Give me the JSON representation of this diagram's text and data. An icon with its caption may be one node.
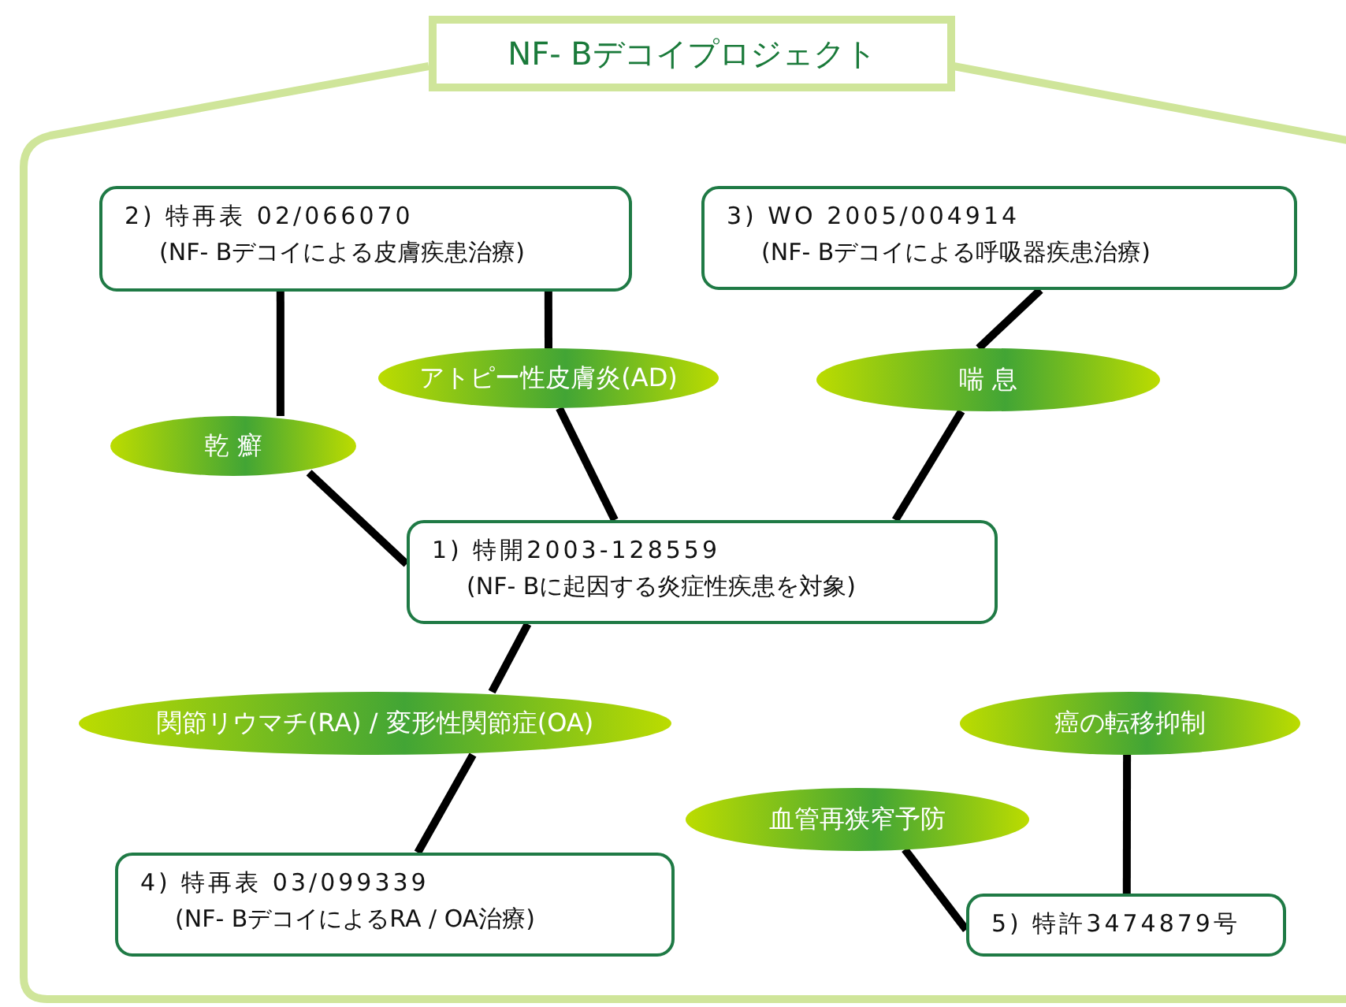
{
  "diagram": {
    "nodes": [
      {
        "text": [
          "NF- Bデコイプロジェクト"
        ]
      },
      {
        "text": [
          "2) 特再表 02/066070",
          "(NF- Bデコイによる皮膚疾患治療)"
        ]
      },
      {
        "text": [
          "3) WO 2005/004914",
          "(NF- Bデコイによる呼吸器疾患治療)"
        ]
      },
      {
        "text": [
          "乾 癬"
        ]
      },
      {
        "text": [
          "アトピー性皮膚炎(AD)"
        ]
      },
      {
        "text": [
          "喘 息"
        ]
      },
      {
        "text": [
          "1) 特開2003-128559",
          "(NF- Bに起因する炎症性疾患を対象)"
        ]
      },
      {
        "text": [
          "関節リウマチ(RA) / 変形性関節症(OA)"
        ]
      },
      {
        "text": [
          "癌の転移抑制"
        ]
      },
      {
        "text": [
          "血管再狭窄予防"
        ]
      },
      {
        "text": [
          "4) 特再表 03/099339",
          "(NF- BデコイによるRA / OA治療)"
        ]
      },
      {
        "text": [
          "5) 特許3474879号"
        ]
      }
    ],
    "edges": [
      {
        "from": 1,
        "to": 3,
        "arrow": "none"
      },
      {
        "from": 3,
        "to": 6,
        "arrow": "none"
      },
      {
        "from": 1,
        "to": 4,
        "arrow": "none"
      },
      {
        "from": 4,
        "to": 6,
        "arrow": "none"
      },
      {
        "from": 2,
        "to": 5,
        "arrow": "none"
      },
      {
        "from": 5,
        "to": 6,
        "arrow": "none"
      },
      {
        "from": 6,
        "to": 7,
        "arrow": "none"
      },
      {
        "from": 7,
        "to": 10,
        "arrow": "none"
      },
      {
        "from": 11,
        "to": 9,
        "arrow": "none"
      },
      {
        "from": 11,
        "to": 8,
        "arrow": "none"
      }
    ]
  }
}
